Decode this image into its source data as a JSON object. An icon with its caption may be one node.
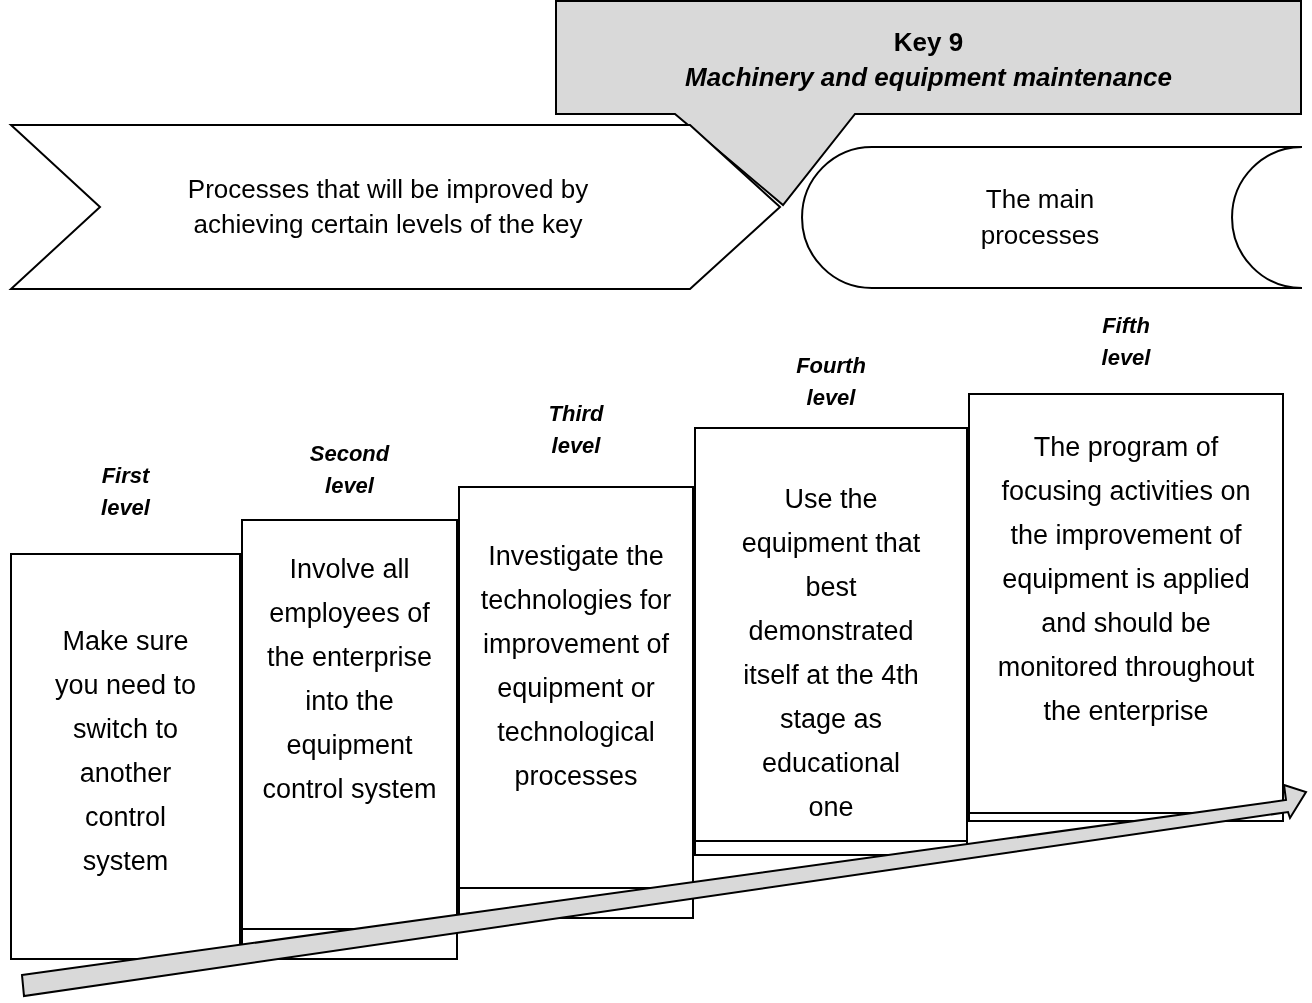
{
  "diagram": {
    "nodes": [
      {
        "text": [
          "Key 9",
          "Machinery and equipment maintenance"
        ]
      },
      {
        "text": [
          "Processes that will be improved by achieving certain levels of the key"
        ]
      },
      {
        "text": [
          "The main processes"
        ]
      },
      {
        "text": [
          "First level",
          "Make sure you need to switch to another control system"
        ]
      },
      {
        "text": [
          "Second level",
          "Involve all employees of the enterprise into the equipment control system"
        ]
      },
      {
        "text": [
          "Third level",
          "Investigate the technologies for improvement of equipment or technological processes"
        ]
      },
      {
        "text": [
          "Fourth level",
          "Use the equipment that best demonstrated itself at the 4th stage as educational one"
        ]
      },
      {
        "text": [
          "Fifth level",
          "The program of focusing activities on the improvement of equipment is applied and should be monitored throughout the enterprise"
        ]
      }
    ],
    "edges": []
  }
}
